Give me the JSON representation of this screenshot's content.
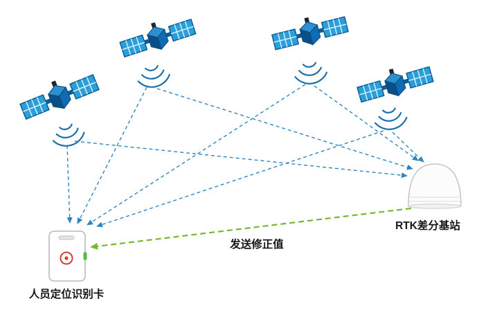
{
  "diagram": {
    "labels": {
      "base_station": "RTK差分基站",
      "card": "人员定位识别卡",
      "correction_arrow": "发送修正值"
    },
    "colors": {
      "satellite_panel": "#2b9fd9",
      "satellite_body": "#0b4f88",
      "signal_arc": "#1a6fae",
      "satellite_link": "#2e86c1",
      "correction_link": "#7ab62c",
      "card_led": "#58b947",
      "card_logo": "#d43c33"
    },
    "icons": [
      "satellite-icon",
      "signal-waves-icon",
      "rtk-base-station-icon",
      "positioning-card-icon"
    ],
    "satellite_count": 4
  }
}
